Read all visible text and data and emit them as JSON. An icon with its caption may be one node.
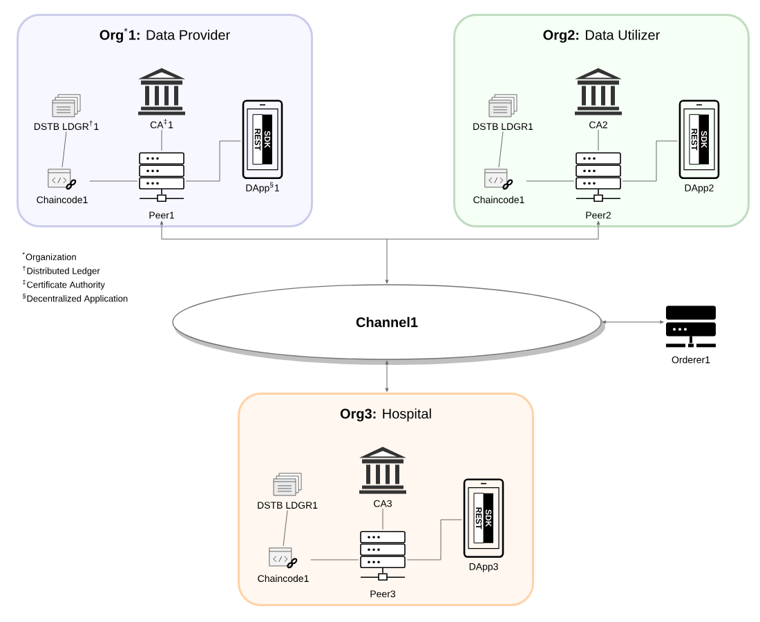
{
  "diagram": {
    "nodes": [
      {
        "text": [
          "**Org**$^{*}$**1:** Data Provider"
        ]
      },
      {
        "text": [
          "DSTB LDGR$^{†}$1"
        ],
        "in": 0
      },
      {
        "text": [
          "CA$^{‡}$1"
        ],
        "in": 0
      },
      {
        "text": [
          "REST",
          "SDK",
          "DApp$^{§}$1"
        ],
        "in": 0
      },
      {
        "text": [
          "Chaincode1"
        ],
        "in": 0
      },
      {
        "text": [
          "Peer1"
        ],
        "in": 0
      },
      {
        "text": [
          "**Org2:** Data Utilizer"
        ]
      },
      {
        "text": [
          "DSTB LDGR1"
        ],
        "in": 6
      },
      {
        "text": [
          "CA2"
        ],
        "in": 6
      },
      {
        "text": [
          "REST",
          "SDK",
          "DApp2"
        ],
        "in": 6
      },
      {
        "text": [
          "Chaincode1"
        ],
        "in": 6
      },
      {
        "text": [
          "Peer2"
        ],
        "in": 6
      },
      {
        "text": [
          "Channel1"
        ]
      },
      {
        "text": [
          "Orderer1"
        ]
      },
      {
        "text": [
          "**Org3:** Hospital"
        ]
      },
      {
        "text": [
          "DSTB LDGR1"
        ],
        "in": 14
      },
      {
        "text": [
          "CA3"
        ],
        "in": 14
      },
      {
        "text": [
          "REST",
          "SDK",
          "DApp3"
        ],
        "in": 14
      },
      {
        "text": [
          "Chaincode1"
        ],
        "in": 14
      },
      {
        "text": [
          "Peer3"
        ],
        "in": 14
      }
    ],
    "edges": [
      {
        "from": 1,
        "to": 4,
        "arrow": "none"
      },
      {
        "from": 4,
        "to": 5,
        "arrow": "none"
      },
      {
        "from": 2,
        "to": 5,
        "arrow": "none"
      },
      {
        "from": 5,
        "to": 3,
        "arrow": "none"
      },
      {
        "from": 7,
        "to": 10,
        "arrow": "none"
      },
      {
        "from": 10,
        "to": 11,
        "arrow": "none"
      },
      {
        "from": 8,
        "to": 11,
        "arrow": "none"
      },
      {
        "from": 11,
        "to": 9,
        "arrow": "none"
      },
      {
        "from": 15,
        "to": 18,
        "arrow": "none"
      },
      {
        "from": 18,
        "to": 19,
        "arrow": "none"
      },
      {
        "from": 16,
        "to": 19,
        "arrow": "none"
      },
      {
        "from": 19,
        "to": 17,
        "arrow": "none"
      },
      {
        "from": 5,
        "to": 12,
        "arrow": "both"
      },
      {
        "from": 11,
        "to": 12,
        "arrow": "both"
      },
      {
        "from": 12,
        "to": 13,
        "arrow": "both"
      },
      {
        "from": 12,
        "to": 14,
        "arrow": "both"
      }
    ],
    "labels": [
      "$^{*}$Organization",
      "$^{†}$Distributed Ledger",
      "$^{‡}$Certificate Authority",
      "$^{§}$Decentralized Application"
    ]
  }
}
